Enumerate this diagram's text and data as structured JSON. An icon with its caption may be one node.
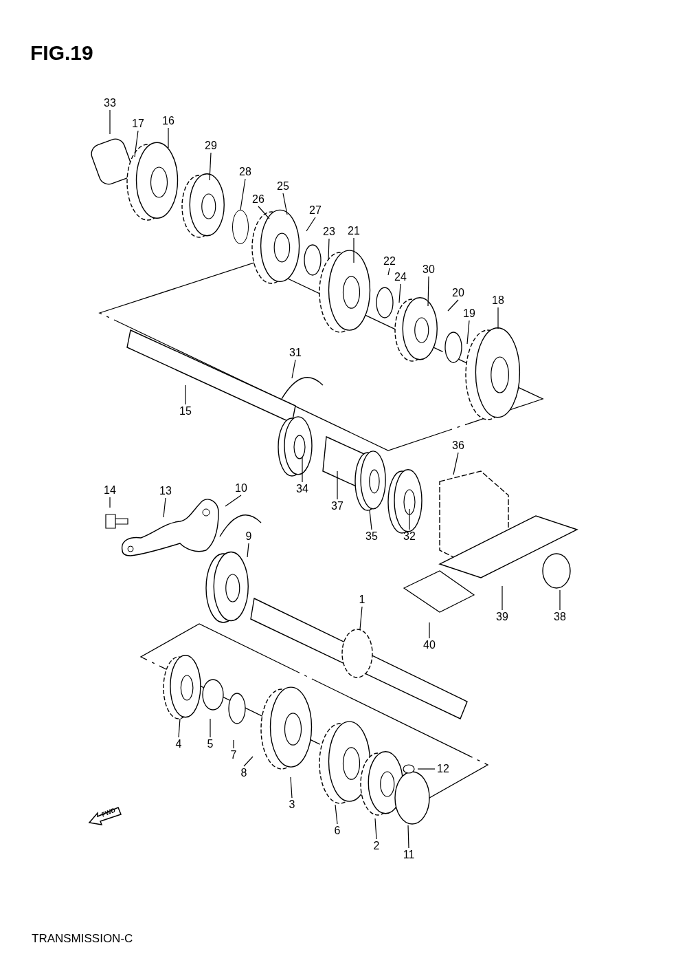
{
  "diagram": {
    "title": "FIG.19",
    "nodes": [
      {
        "text": [
          "33"
        ]
      },
      {
        "text": [
          "17"
        ]
      },
      {
        "text": [
          "16"
        ]
      },
      {
        "text": [
          "29"
        ]
      },
      {
        "text": [
          "28"
        ]
      },
      {
        "text": [
          "26"
        ]
      },
      {
        "text": [
          "25"
        ]
      },
      {
        "text": [
          "27"
        ]
      },
      {
        "text": [
          "23"
        ]
      },
      {
        "text": [
          "21"
        ]
      },
      {
        "text": [
          "22"
        ]
      },
      {
        "text": [
          "24"
        ]
      },
      {
        "text": [
          "30"
        ]
      },
      {
        "text": [
          "20"
        ]
      },
      {
        "text": [
          "19"
        ]
      },
      {
        "text": [
          "18"
        ]
      },
      {
        "text": [
          "31"
        ]
      },
      {
        "text": [
          "15"
        ]
      },
      {
        "text": [
          "36"
        ]
      },
      {
        "text": [
          "34"
        ]
      },
      {
        "text": [
          "37"
        ]
      },
      {
        "text": [
          "35"
        ]
      },
      {
        "text": [
          "32"
        ]
      },
      {
        "text": [
          "14"
        ]
      },
      {
        "text": [
          "13"
        ]
      },
      {
        "text": [
          "10"
        ]
      },
      {
        "text": [
          "9"
        ]
      },
      {
        "text": [
          "1"
        ]
      },
      {
        "text": [
          "39"
        ]
      },
      {
        "text": [
          "38"
        ]
      },
      {
        "text": [
          "40"
        ]
      },
      {
        "text": [
          "4"
        ]
      },
      {
        "text": [
          "5"
        ]
      },
      {
        "text": [
          "7"
        ]
      },
      {
        "text": [
          "8"
        ]
      },
      {
        "text": [
          "12"
        ]
      },
      {
        "text": [
          "3"
        ]
      },
      {
        "text": [
          "6"
        ]
      },
      {
        "text": [
          "2"
        ]
      },
      {
        "text": [
          "11"
        ]
      },
      {
        "text": [],
        "shape": "circle"
      }
    ],
    "edges": [
      {
        "from": 0,
        "to": null,
        "arrow": "none"
      },
      {
        "from": 1,
        "to": null,
        "arrow": "none"
      },
      {
        "from": 2,
        "to": null,
        "arrow": "none"
      },
      {
        "from": 3,
        "to": null,
        "arrow": "none"
      },
      {
        "from": 4,
        "to": 40,
        "arrow": "none"
      },
      {
        "from": 5,
        "to": null,
        "arrow": "none"
      },
      {
        "from": 6,
        "to": null,
        "arrow": "none"
      },
      {
        "from": 7,
        "to": null,
        "arrow": "none"
      },
      {
        "from": 8,
        "to": null,
        "arrow": "none"
      },
      {
        "from": 9,
        "to": null,
        "arrow": "none"
      },
      {
        "from": 10,
        "to": null,
        "arrow": "none"
      },
      {
        "from": 11,
        "to": null,
        "arrow": "none"
      },
      {
        "from": 12,
        "to": null,
        "arrow": "none"
      },
      {
        "from": 13,
        "to": null,
        "arrow": "none"
      },
      {
        "from": 14,
        "to": null,
        "arrow": "none"
      },
      {
        "from": 15,
        "to": null,
        "arrow": "none"
      },
      {
        "from": 16,
        "to": null,
        "arrow": "none"
      },
      {
        "from": 17,
        "to": null,
        "arrow": "none"
      },
      {
        "from": 18,
        "to": null,
        "arrow": "none"
      },
      {
        "from": 19,
        "to": null,
        "arrow": "none"
      },
      {
        "from": 20,
        "to": null,
        "arrow": "none"
      },
      {
        "from": 21,
        "to": null,
        "arrow": "none"
      },
      {
        "from": 22,
        "to": null,
        "arrow": "none"
      },
      {
        "from": 23,
        "to": null,
        "arrow": "none"
      },
      {
        "from": 24,
        "to": null,
        "arrow": "none"
      },
      {
        "from": 25,
        "to": null,
        "arrow": "none"
      },
      {
        "from": 26,
        "to": null,
        "arrow": "none"
      },
      {
        "from": 27,
        "to": null,
        "arrow": "none"
      },
      {
        "from": 28,
        "to": null,
        "arrow": "none"
      },
      {
        "from": 29,
        "to": null,
        "arrow": "none"
      },
      {
        "from": 30,
        "to": null,
        "arrow": "none"
      },
      {
        "from": 31,
        "to": null,
        "arrow": "none"
      },
      {
        "from": 32,
        "to": null,
        "arrow": "none"
      },
      {
        "from": 33,
        "to": null,
        "arrow": "none"
      },
      {
        "from": 34,
        "to": null,
        "arrow": "none"
      },
      {
        "from": 35,
        "to": null,
        "arrow": "none"
      },
      {
        "from": 36,
        "to": null,
        "arrow": "none"
      },
      {
        "from": 37,
        "to": null,
        "arrow": "none"
      },
      {
        "from": 38,
        "to": null,
        "arrow": "none"
      },
      {
        "from": 39,
        "to": null,
        "arrow": "none"
      }
    ],
    "labels": [
      "FWD",
      "TRANSMISSION-C"
    ]
  }
}
